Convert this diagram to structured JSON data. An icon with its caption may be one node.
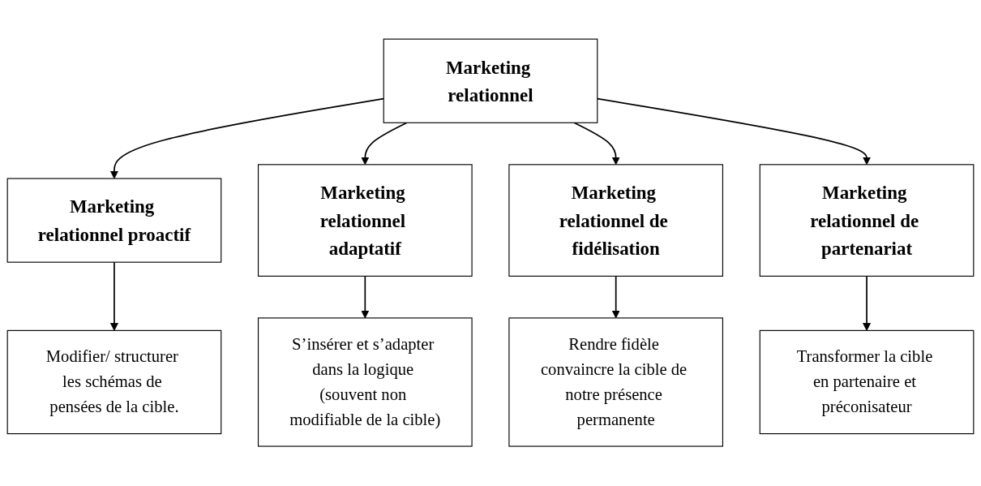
{
  "diagram": {
    "nodes": [
      {
        "text": [
          "Marketing relationnel"
        ]
      },
      {
        "text": [
          "Marketing relationnel proactif"
        ]
      },
      {
        "text": [
          "Marketing relationnel adaptatif"
        ]
      },
      {
        "text": [
          "Marketing relationnel de fidélisation"
        ]
      },
      {
        "text": [
          "Marketing relationnel de partenariat"
        ]
      },
      {
        "text": [
          "Modifier/ structurer les schémas de pensées de la cible."
        ]
      },
      {
        "text": [
          "S’insérer et s’adapter dans la logique (souvent non modifiable de la cible)"
        ]
      },
      {
        "text": [
          "Rendre fidèle convaincre la cible de notre présence permanente"
        ]
      },
      {
        "text": [
          "Transformer la cible en partenaire et préconisateur"
        ]
      }
    ],
    "edges": [
      {
        "from": 0,
        "to": 1,
        "arrow": "to"
      },
      {
        "from": 0,
        "to": 2,
        "arrow": "to"
      },
      {
        "from": 0,
        "to": 3,
        "arrow": "to"
      },
      {
        "from": 0,
        "to": 4,
        "arrow": "to"
      },
      {
        "from": 1,
        "to": 5,
        "arrow": "to"
      },
      {
        "from": 2,
        "to": 6,
        "arrow": "to"
      },
      {
        "from": 3,
        "to": 7,
        "arrow": "to"
      },
      {
        "from": 4,
        "to": 8,
        "arrow": "to"
      }
    ]
  }
}
